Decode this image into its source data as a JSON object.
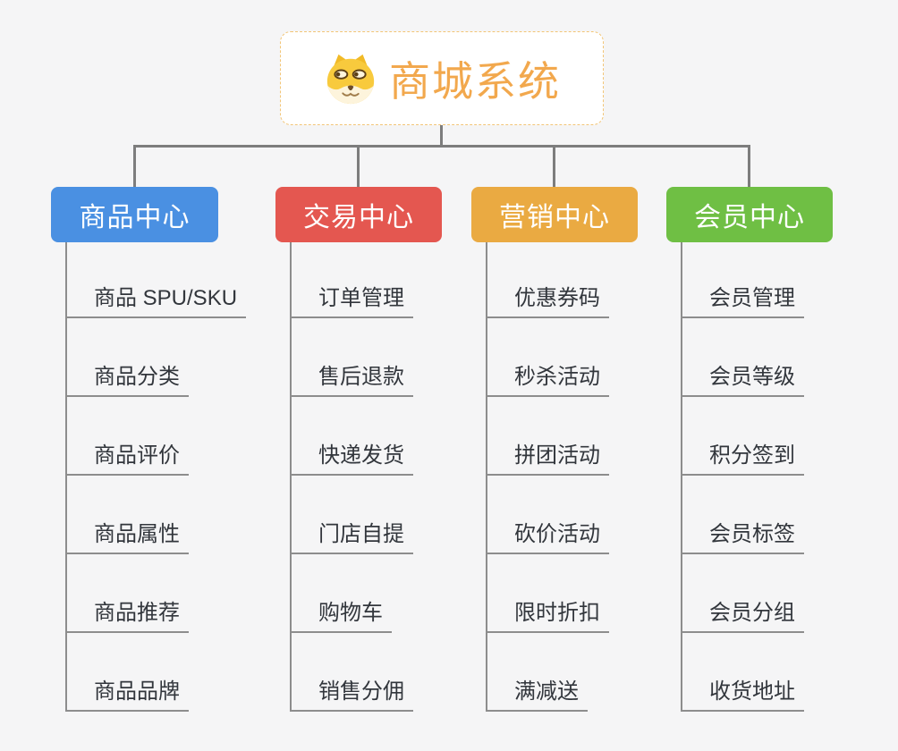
{
  "root": {
    "label": "商城系统",
    "icon": "shiba-dog-face-icon",
    "text_color": "#f2a84d",
    "border_color": "#f2c577"
  },
  "branches": [
    {
      "label": "商品中心",
      "color": "#4a90e2",
      "items": [
        "商品 SPU/SKU",
        "商品分类",
        "商品评价",
        "商品属性",
        "商品推荐",
        "商品品牌"
      ]
    },
    {
      "label": "交易中心",
      "color": "#e45750",
      "items": [
        "订单管理",
        "售后退款",
        "快递发货",
        "门店自提",
        "购物车",
        "销售分佣"
      ]
    },
    {
      "label": "营销中心",
      "color": "#eaaa42",
      "items": [
        "优惠券码",
        "秒杀活动",
        "拼团活动",
        "砍价活动",
        "限时折扣",
        "满减送"
      ]
    },
    {
      "label": "会员中心",
      "color": "#6fbf44",
      "items": [
        "会员管理",
        "会员等级",
        "积分签到",
        "会员标签",
        "会员分组",
        "收货地址"
      ]
    }
  ],
  "style": {
    "background": "#f5f5f6",
    "connector_color": "#7d7d7d",
    "branch_line_color": "#8d8d8d",
    "item_text_color": "#32363c"
  }
}
